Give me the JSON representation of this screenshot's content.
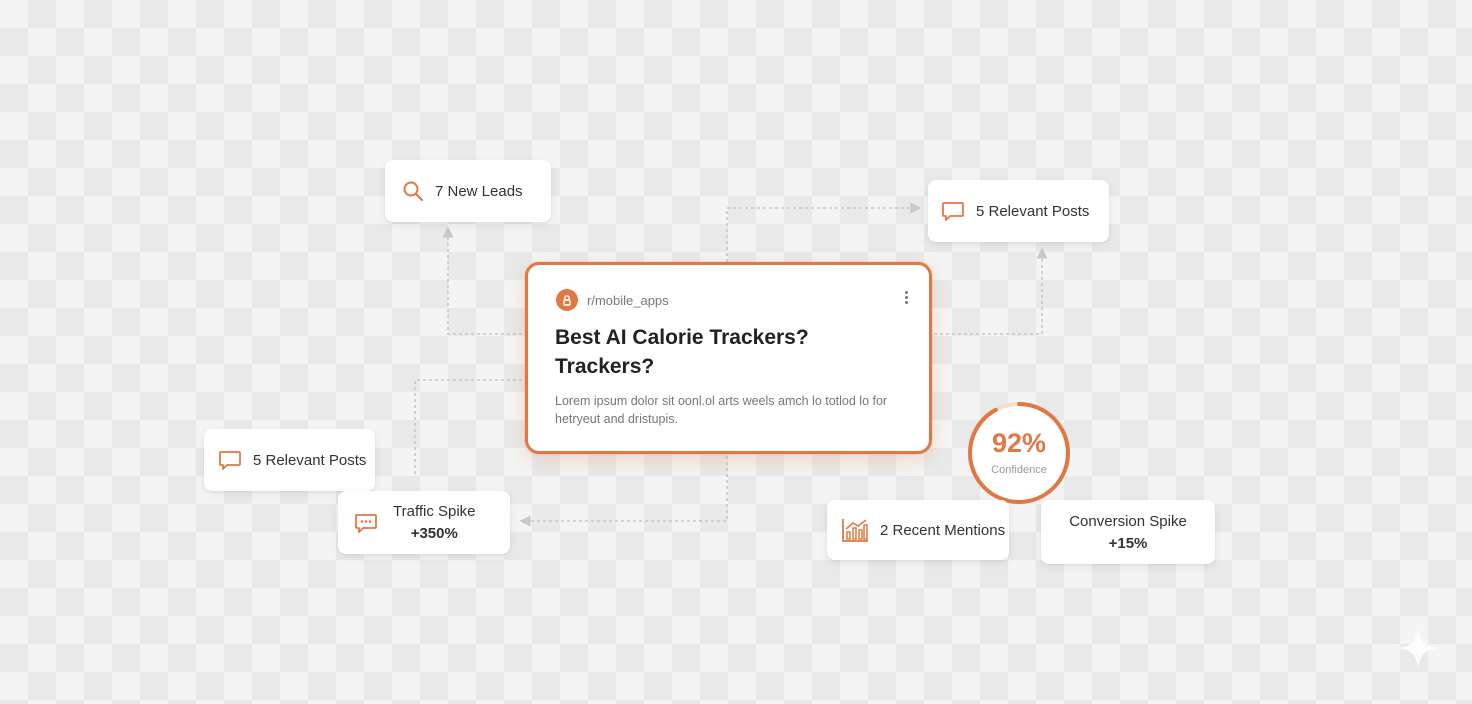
{
  "accent_color": "#e07845",
  "chips": {
    "leads": {
      "icon": "search-icon",
      "label": "7 New Leads"
    },
    "posts_right": {
      "icon": "chat-bubble-icon",
      "label": "5 Relevant Posts"
    },
    "posts_left": {
      "icon": "chat-bubble-icon",
      "label": "5 Relevant Posts"
    },
    "traffic": {
      "icon": "chat-dots-icon",
      "label": "Traffic Spike",
      "value": "+350%"
    },
    "mentions": {
      "icon": "bar-chart-icon",
      "label": "2 Recent Mentions"
    },
    "conversion": {
      "label": "Conversion Spike",
      "value": "+15%"
    }
  },
  "post": {
    "subreddit": "r/mobile_apps",
    "avatar_icon": "subreddit-avatar-icon",
    "menu_icon": "more-vertical-icon",
    "title": "Best AI Calorie Trackers? Trackers?",
    "body": "Lorem ipsum dolor sit oonl.ol arts weels amch lo totlod lo for hetryeut and dristupis."
  },
  "confidence": {
    "value_text": "92%",
    "label": "Confidence",
    "value": 0.92
  },
  "decor_icon": "sparkle-icon"
}
